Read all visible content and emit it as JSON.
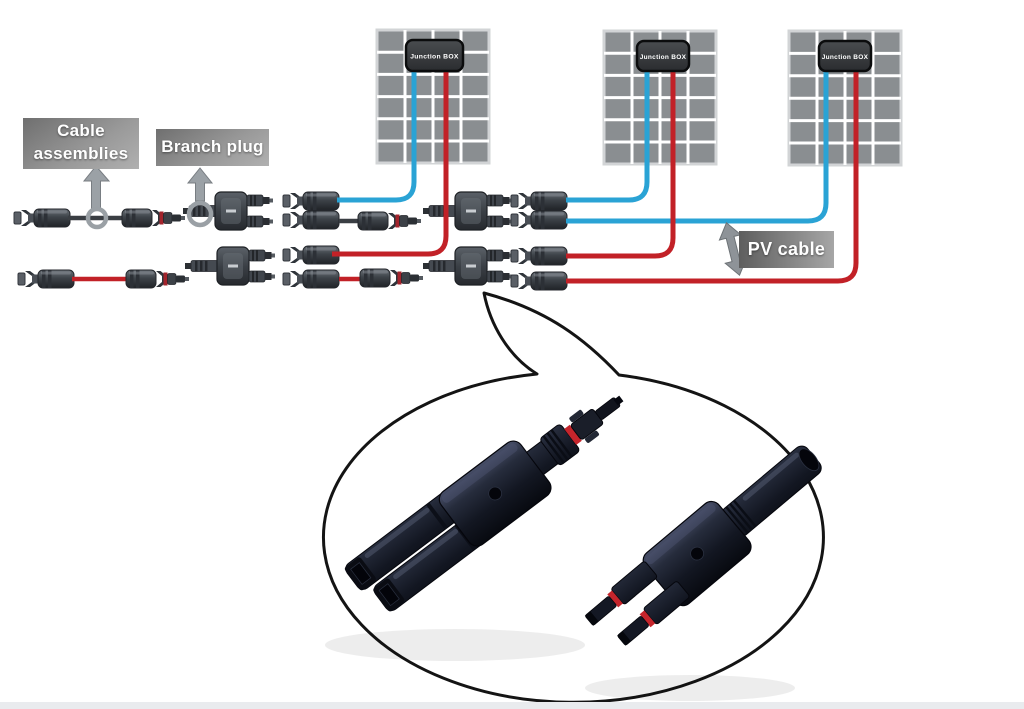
{
  "panels": [
    {
      "junction_label": "Junction BOX"
    },
    {
      "junction_label": "Junction BOX"
    },
    {
      "junction_label": "Junction BOX"
    }
  ],
  "labels": {
    "cable_assemblies_line1": "Cable",
    "cable_assemblies_line2": "assemblies",
    "branch_plug": "Branch plug",
    "pv_cable": "PV cable"
  },
  "colors": {
    "cable_blue": "#2aa3d5",
    "cable_red": "#c22127",
    "panel_cell_gray": "#8a8e91",
    "label_box_gray": "#8c8c8c",
    "connector_gray": "#3e434a",
    "photo_connector_navy": "#171b26",
    "seal_red": "#c5252c",
    "background": "#ffffff"
  }
}
